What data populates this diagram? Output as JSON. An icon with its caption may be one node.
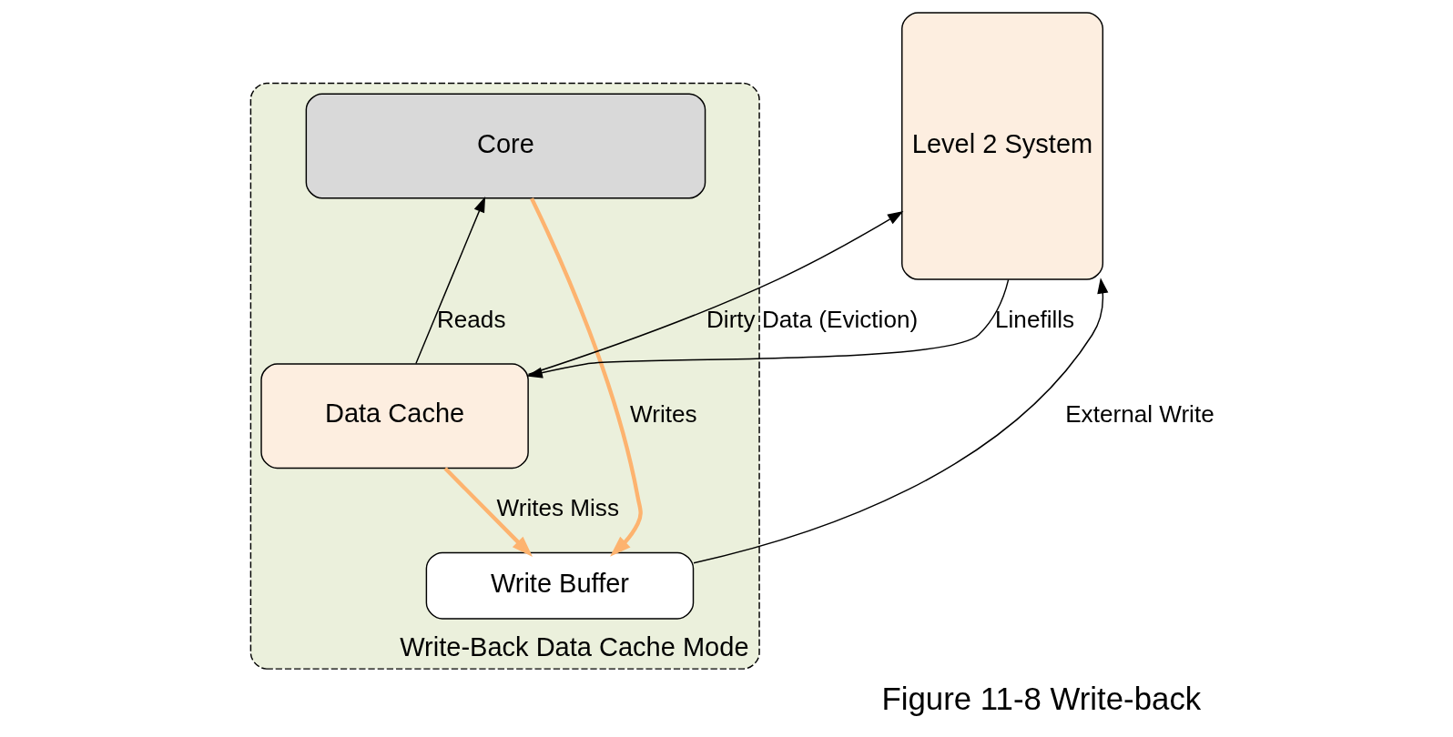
{
  "diagram": {
    "caption": "Figure 11-8 Write-back",
    "nodes": [
      {
        "text": [
          "Write-Back Data Cache Mode"
        ]
      },
      {
        "text": [
          "Core"
        ],
        "in": 0
      },
      {
        "text": [
          "Data Cache"
        ],
        "in": 0
      },
      {
        "text": [
          "Write Buffer"
        ],
        "in": 0
      },
      {
        "text": [
          "Level 2 System"
        ]
      }
    ],
    "edges": [
      {
        "from": 2,
        "to": 1,
        "arrow": "to",
        "label": "Reads"
      },
      {
        "from": 1,
        "to": 3,
        "arrow": "to",
        "label": "Writes",
        "color": "#fdb36f",
        "style": "thick"
      },
      {
        "from": 2,
        "to": 3,
        "arrow": "to",
        "label": "Writes Miss",
        "color": "#fdb36f",
        "style": "thick"
      },
      {
        "from": 4,
        "to": 2,
        "arrow": "to",
        "label": "Linefills"
      },
      {
        "from": 2,
        "to": 4,
        "arrow": "to",
        "label": "Dirty Data (Eviction)"
      },
      {
        "from": 3,
        "to": 4,
        "arrow": "to",
        "label": "External Write"
      }
    ]
  }
}
